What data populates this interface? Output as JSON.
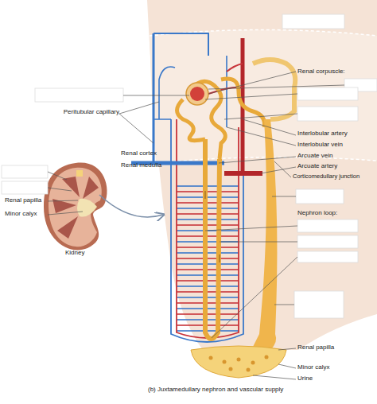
{
  "diagram": {
    "caption": "(b) Juxtamedullary nephron and vascular supply",
    "labels": [
      "Renal corpuscle:",
      "Peritubular capillary",
      "Interlobular artery",
      "Interlobular vein",
      "Arcuate vein",
      "Arcuate artery",
      "Renal cortex",
      "Renal medulla",
      "Corticomedullary junction",
      "Renal papilla",
      "Minor calyx",
      "Kidney",
      "Nephron loop:",
      "Renal papilla",
      "Minor calyx",
      "Urine"
    ]
  }
}
